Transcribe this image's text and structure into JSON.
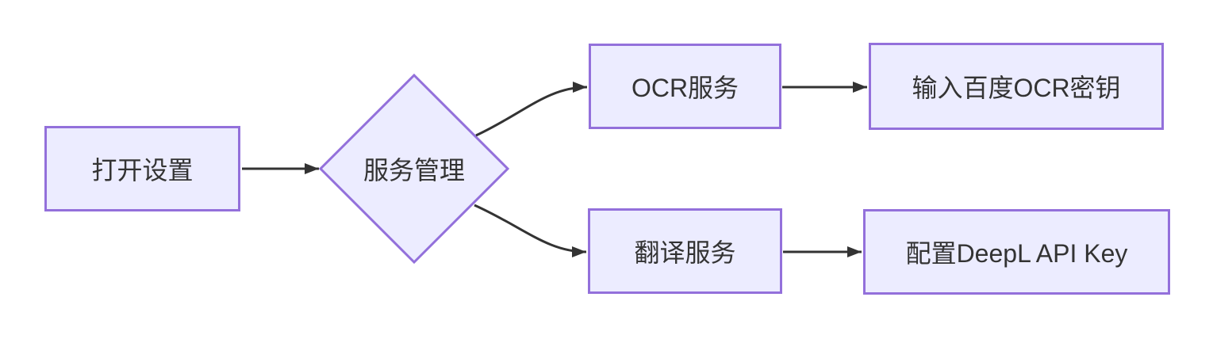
{
  "diagram": {
    "type": "flowchart",
    "direction": "left-to-right",
    "nodes": [
      {
        "id": "open-settings",
        "label": "打开设置",
        "shape": "rectangle"
      },
      {
        "id": "service-management",
        "label": "服务管理",
        "shape": "diamond"
      },
      {
        "id": "ocr-service",
        "label": "OCR服务",
        "shape": "rectangle"
      },
      {
        "id": "baidu-ocr-key",
        "label": "输入百度OCR密钥",
        "shape": "rectangle"
      },
      {
        "id": "translate-service",
        "label": "翻译服务",
        "shape": "rectangle"
      },
      {
        "id": "deepl-api-key",
        "label": "配置DeepL API Key",
        "shape": "rectangle"
      }
    ],
    "edges": [
      {
        "from": "打开设置",
        "to": "服务管理"
      },
      {
        "from": "服务管理",
        "to": "OCR服务"
      },
      {
        "from": "服务管理",
        "to": "翻译服务"
      },
      {
        "from": "OCR服务",
        "to": "输入百度OCR密钥"
      },
      {
        "from": "翻译服务",
        "to": "配置DeepL API Key"
      }
    ],
    "colors": {
      "node_fill": "#ECECFF",
      "node_border": "#9370DB",
      "edge_stroke": "#333333",
      "text": "#333333",
      "background": "#FFFFFF"
    }
  }
}
